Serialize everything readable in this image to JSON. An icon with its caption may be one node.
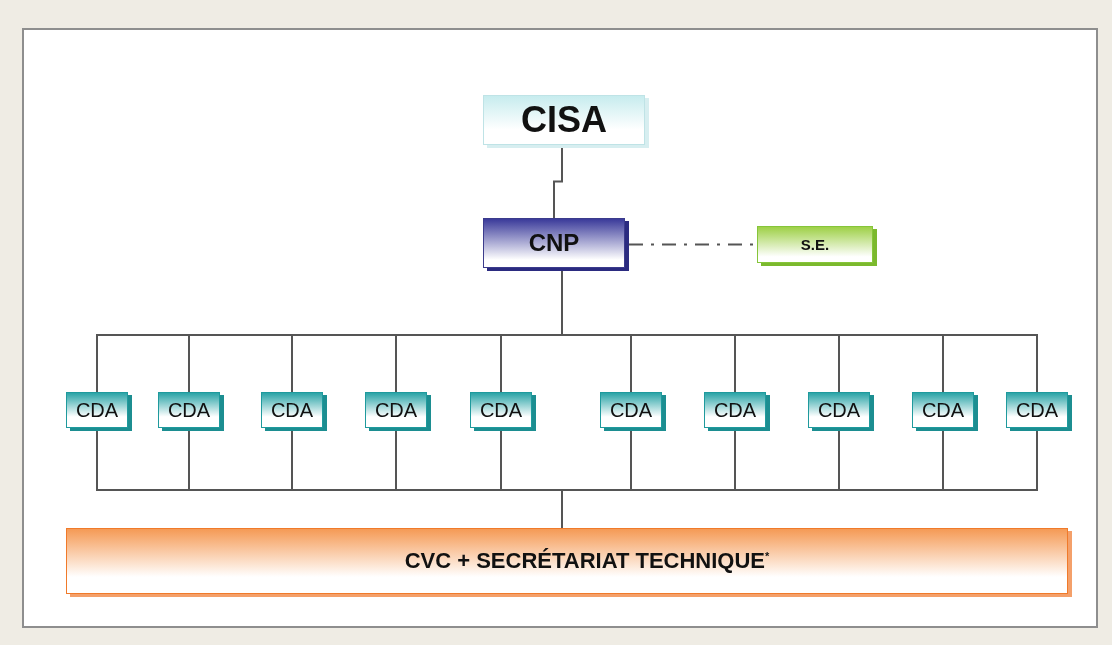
{
  "diagram": {
    "nodes": [
      {
        "text": [
          "CISA"
        ]
      },
      {
        "text": [
          "CNP"
        ]
      },
      {
        "text": [
          "S.E."
        ]
      },
      {
        "text": [
          "CDA"
        ]
      },
      {
        "text": [
          "CDA"
        ]
      },
      {
        "text": [
          "CDA"
        ]
      },
      {
        "text": [
          "CDA"
        ]
      },
      {
        "text": [
          "CDA"
        ]
      },
      {
        "text": [
          "CDA"
        ]
      },
      {
        "text": [
          "CDA"
        ]
      },
      {
        "text": [
          "CDA"
        ]
      },
      {
        "text": [
          "CDA"
        ]
      },
      {
        "text": [
          "CDA"
        ]
      },
      {
        "text": [
          "CVC + SECRÉTARIAT TECHNIQUE$^{*}$"
        ]
      }
    ],
    "edges": [
      {
        "from": 0,
        "to": 1,
        "arrow": "none"
      },
      {
        "from": 1,
        "to": 2,
        "arrow": "none",
        "style": "dashed"
      },
      {
        "from": 1,
        "to": 3,
        "arrow": "none"
      },
      {
        "from": 1,
        "to": 4,
        "arrow": "none"
      },
      {
        "from": 1,
        "to": 5,
        "arrow": "none"
      },
      {
        "from": 1,
        "to": 6,
        "arrow": "none"
      },
      {
        "from": 1,
        "to": 7,
        "arrow": "none"
      },
      {
        "from": 1,
        "to": 8,
        "arrow": "none"
      },
      {
        "from": 1,
        "to": 9,
        "arrow": "none"
      },
      {
        "from": 1,
        "to": 10,
        "arrow": "none"
      },
      {
        "from": 1,
        "to": 11,
        "arrow": "none"
      },
      {
        "from": 1,
        "to": 12,
        "arrow": "none"
      },
      {
        "from": 3,
        "to": 13,
        "arrow": "none"
      },
      {
        "from": 4,
        "to": 13,
        "arrow": "none"
      },
      {
        "from": 5,
        "to": 13,
        "arrow": "none"
      },
      {
        "from": 6,
        "to": 13,
        "arrow": "none"
      },
      {
        "from": 7,
        "to": 13,
        "arrow": "none"
      },
      {
        "from": 8,
        "to": 13,
        "arrow": "none"
      },
      {
        "from": 9,
        "to": 13,
        "arrow": "none"
      },
      {
        "from": 10,
        "to": 13,
        "arrow": "none"
      },
      {
        "from": 11,
        "to": 13,
        "arrow": "none"
      },
      {
        "from": 12,
        "to": 13,
        "arrow": "none"
      }
    ]
  }
}
